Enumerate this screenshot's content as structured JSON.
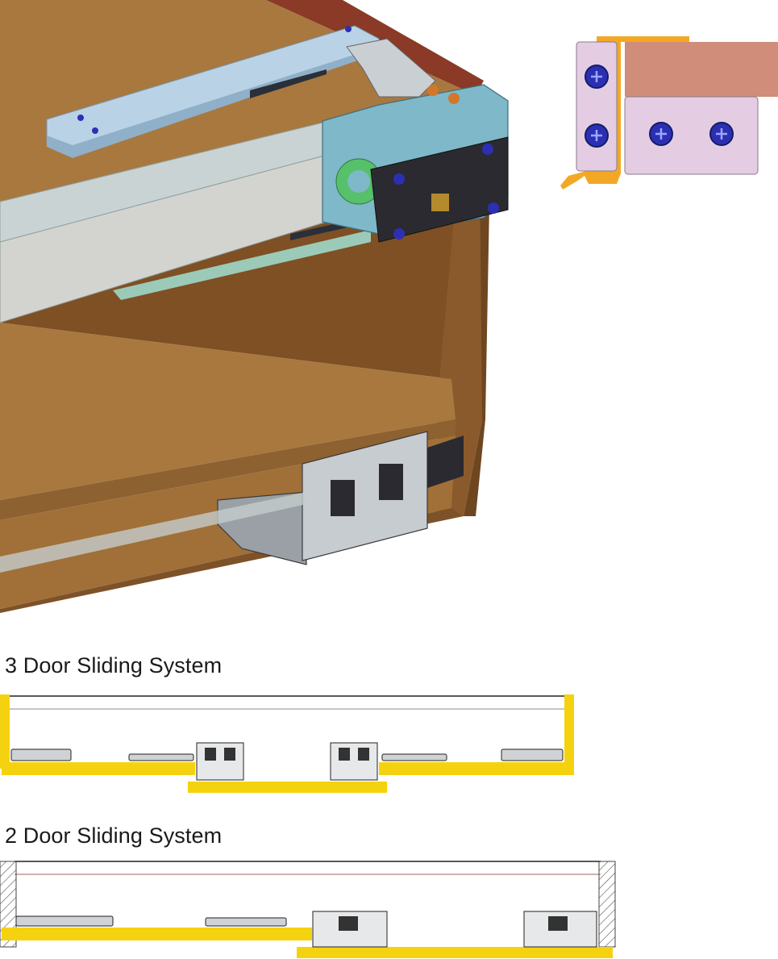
{
  "figure": {
    "sections": [
      {
        "id": "three-door",
        "caption": "3 Door Sliding System"
      },
      {
        "id": "two-door",
        "caption": "2 Door Sliding System"
      }
    ],
    "colors": {
      "wood_top": "#a8783f",
      "wood_side": "#8a5a2c",
      "wood_edge": "#6e4620",
      "rail_blue": "#b9d2e6",
      "bracket_cyan": "#7fb8c8",
      "screw_blue": "#2d2fb3",
      "track_yellow": "#f5d20f",
      "clip_orange": "#f3a825",
      "pad_pink": "#e4cde3",
      "panel_salmon": "#cf8d7a"
    }
  }
}
